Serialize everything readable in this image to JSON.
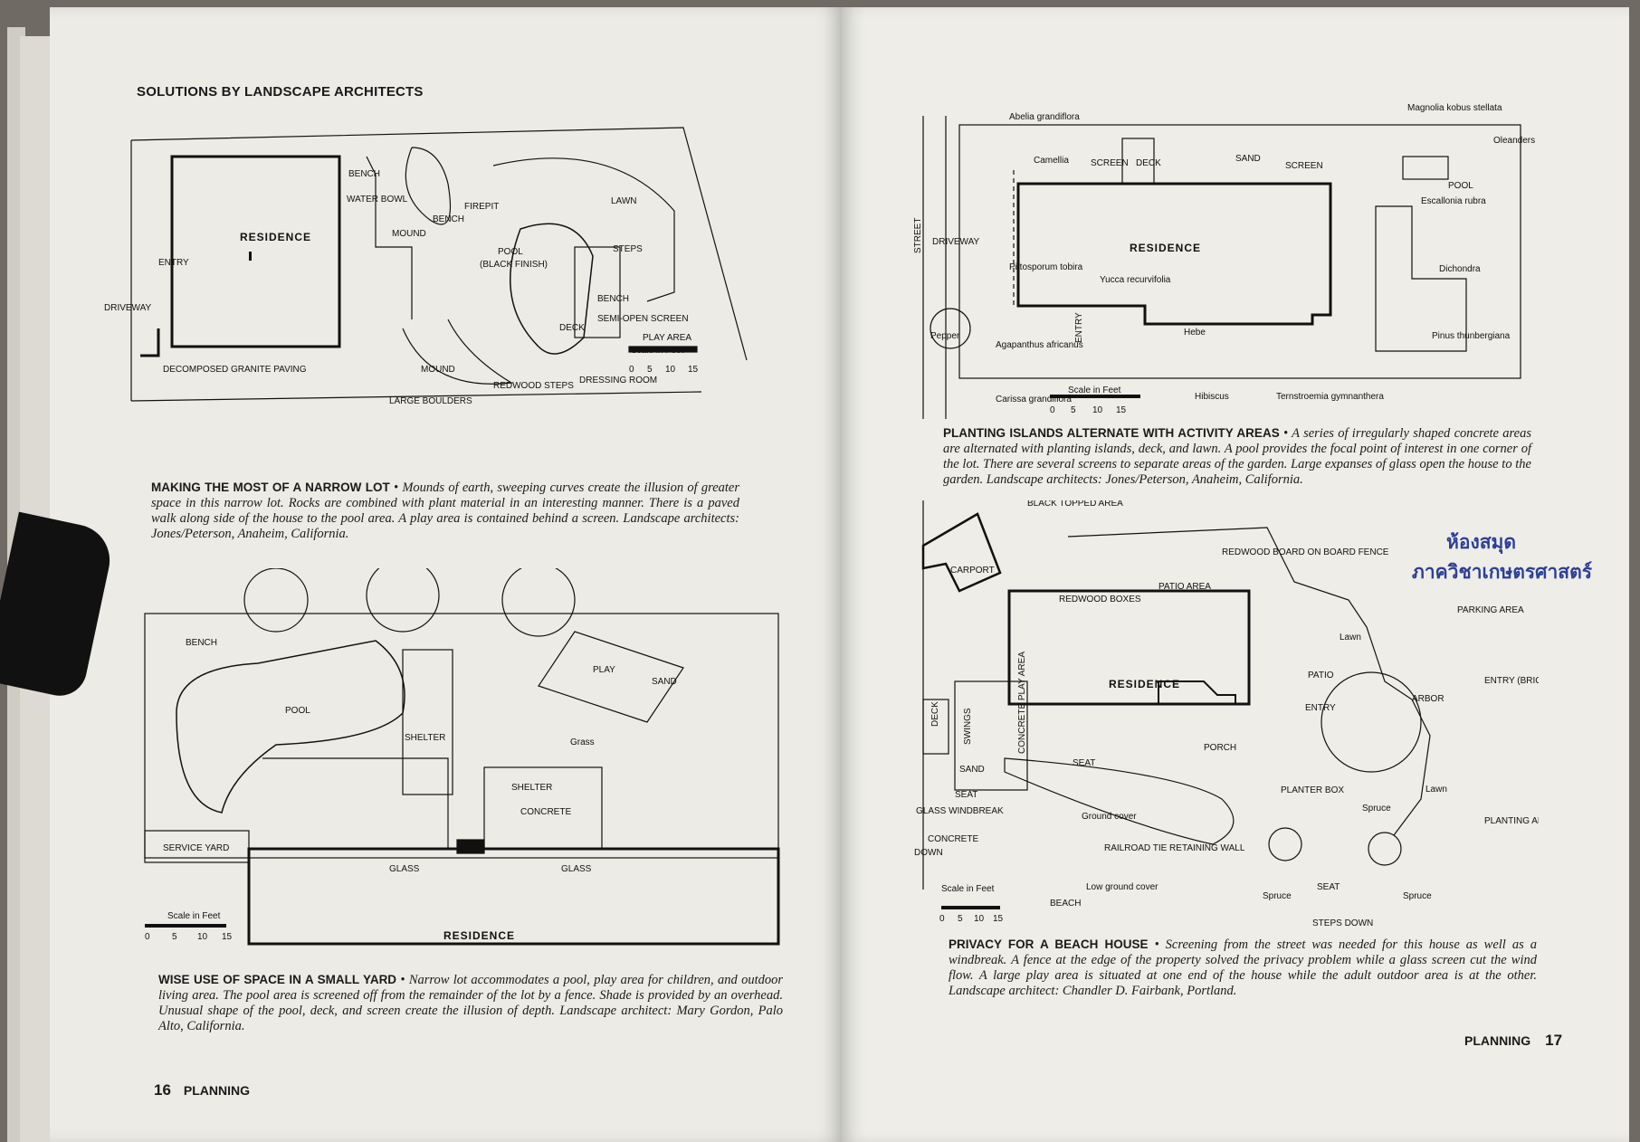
{
  "left_page": {
    "header": "SOLUTIONS BY LANDSCAPE ARCHITECTS",
    "plan1": {
      "labels": {
        "residence": "RESIDENCE",
        "entry": "ENTRY",
        "driveway": "DRIVEWAY",
        "bench": "BENCH",
        "water_bowl": "WATER BOWL",
        "mound": "MOUND",
        "bench2": "BENCH",
        "firepit": "FIREPIT",
        "lawn": "LAWN",
        "pool": "POOL",
        "pool_finish": "(BLACK FINISH)",
        "steps": "STEPS",
        "bench3": "BENCH",
        "semi_open": "SEMI-OPEN SCREEN",
        "deck": "DECK",
        "play_area": "PLAY AREA",
        "scale": "Scale in Feet",
        "s0": "0",
        "s5": "5",
        "s10": "10",
        "s15": "15",
        "dg_paving": "DECOMPOSED GRANITE PAVING",
        "mound2": "MOUND",
        "redwood_steps": "REDWOOD STEPS",
        "dressing_room": "DRESSING ROOM",
        "large_boulders": "LARGE BOULDERS"
      }
    },
    "caption1": {
      "title": "MAKING THE MOST OF A NARROW LOT",
      "body": "Mounds of earth, sweeping curves create the illusion of greater space in this narrow lot. Rocks are combined with plant material in an interesting manner. There is a paved walk along side of the house to the pool area. A play area is contained behind a screen. Landscape architects: Jones/Peterson, Anaheim, California."
    },
    "plan2": {
      "labels": {
        "bench": "BENCH",
        "pool": "POOL",
        "shelter": "SHELTER",
        "play": "PLAY",
        "sand": "SAND",
        "grass": "Grass",
        "shelter2": "SHELTER",
        "concrete": "CONCRETE",
        "service_yard": "SERVICE YARD",
        "glass1": "GLASS",
        "glass2": "GLASS",
        "residence": "RESIDENCE",
        "scale": "Scale in Feet",
        "s0": "0",
        "s5": "5",
        "s10": "10",
        "s15": "15"
      }
    },
    "caption2": {
      "title": "WISE USE OF SPACE IN A SMALL YARD",
      "body": "Narrow lot accommodates a pool, play area for children, and outdoor living area. The pool area is screened off from the remainder of the lot by a fence. Shade is provided by an overhead. Unusual shape of the pool, deck, and screen create the illusion of depth. Landscape architect: Mary Gordon, Palo Alto, California."
    },
    "folio": {
      "number": "16",
      "section": "PLANNING"
    }
  },
  "right_page": {
    "plan3": {
      "labels": {
        "abelia": "Abelia grandiflora",
        "magnolia": "Magnolia kobus stellata",
        "oleanders": "Oleanders",
        "camellia": "Camellia",
        "screen1": "SCREEN",
        "deck": "DECK",
        "sand": "SAND",
        "screen2": "SCREEN",
        "pool": "POOL",
        "escallonia": "Escallonia rubra",
        "street": "STREET",
        "driveway": "DRIVEWAY",
        "residence": "RESIDENCE",
        "dichondra": "Dichondra",
        "pittosporum": "Pittosporum tobira",
        "yucca": "Yucca recurvifolia",
        "entry": "ENTRY",
        "pepper": "Pepper",
        "agapanthus": "Agapanthus africanus",
        "hebe": "Hebe",
        "pinus": "Pinus thunbergiana",
        "carissa": "Carissa grandiflora",
        "hibiscus": "Hibiscus",
        "ternstroemia": "Ternstroemia gymnanthera",
        "scale": "Scale in Feet",
        "s0": "0",
        "s5": "5",
        "s10": "10",
        "s15": "15"
      }
    },
    "caption3": {
      "title": "PLANTING ISLANDS ALTERNATE WITH ACTIVITY AREAS",
      "body": "A series of irregularly shaped concrete areas are alternated with planting islands, deck, and lawn. A pool provides the focal point of interest in one corner of the lot. There are several screens to separate areas of the garden. Large expanses of glass open the house to the garden. Landscape architects: Jones/Peterson, Anaheim, California."
    },
    "plan4": {
      "labels": {
        "black_topped": "BLACK TOPPED AREA",
        "carport": "CARPORT",
        "fence": "REDWOOD BOARD ON BOARD FENCE",
        "redwood_boxes": "REDWOOD BOXES",
        "patio_area": "PATIO AREA",
        "parking": "PARKING AREA",
        "lawn1": "Lawn",
        "residence": "RESIDENCE",
        "patio": "PATIO",
        "entry_brick": "ENTRY (BRICK)",
        "arbor": "ARBOR",
        "deck": "DECK",
        "swings": "SWINGS",
        "concrete_play": "CONCRETE PLAY AREA",
        "entry": "ENTRY",
        "porch": "PORCH",
        "sand": "SAND",
        "seat1": "SEAT",
        "seat2": "SEAT",
        "planter_box": "PLANTER BOX",
        "lawn2": "Lawn",
        "glass_windbreak": "GLASS WINDBREAK",
        "ground_cover": "Ground cover",
        "spruce1": "Spruce",
        "planting_area": "PLANTING AREA",
        "concrete": "CONCRETE",
        "down": "DOWN",
        "railroad": "RAILROAD TIE RETAINING WALL",
        "low_ground": "Low ground cover",
        "seat3": "SEAT",
        "spruce2": "Spruce",
        "spruce3": "Spruce",
        "beach": "BEACH",
        "steps_down": "STEPS DOWN",
        "scale": "Scale in Feet",
        "s0": "0",
        "s5": "5",
        "s10": "10",
        "s15": "15"
      }
    },
    "caption4": {
      "title": "PRIVACY FOR A BEACH HOUSE",
      "body": "Screening from the street was needed for this house as well as a windbreak. A fence at the edge of the property solved the privacy problem while a glass screen cut the wind flow. A large play area is situated at one end of the house while the adult outdoor area is at the other. Landscape architect: Chandler D. Fairbank, Portland."
    },
    "stamp": {
      "line1": "ห้องสมุด",
      "line2": "ภาควิชาเกษตรศาสตร์"
    },
    "folio": {
      "section": "PLANNING",
      "number": "17"
    }
  }
}
